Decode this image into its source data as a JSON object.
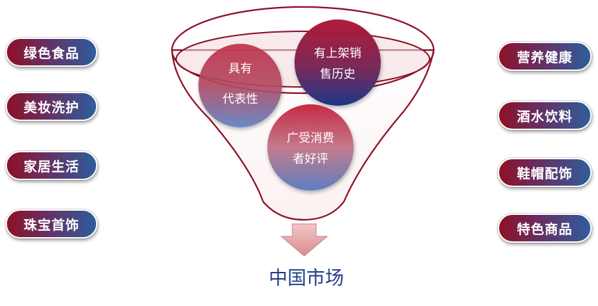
{
  "left_items": [
    "绿色食品",
    "美妆洗护",
    "家居生活",
    "珠宝首饰"
  ],
  "right_items": [
    "营养健康",
    "酒水饮料",
    "鞋帽配饰",
    "特色商品"
  ],
  "criteria": {
    "representative": [
      "具有",
      "代表性"
    ],
    "history": [
      "有上架销",
      "售历史"
    ],
    "reviews": [
      "广受消费",
      "者好评"
    ]
  },
  "target_market": "中国市场",
  "colors": {
    "crimson": "#8e1027",
    "navy": "#2e5d9c",
    "funnel_stroke": "#8e1027",
    "arrow": "#e8a8a8",
    "market_text": "#1f3f86"
  }
}
